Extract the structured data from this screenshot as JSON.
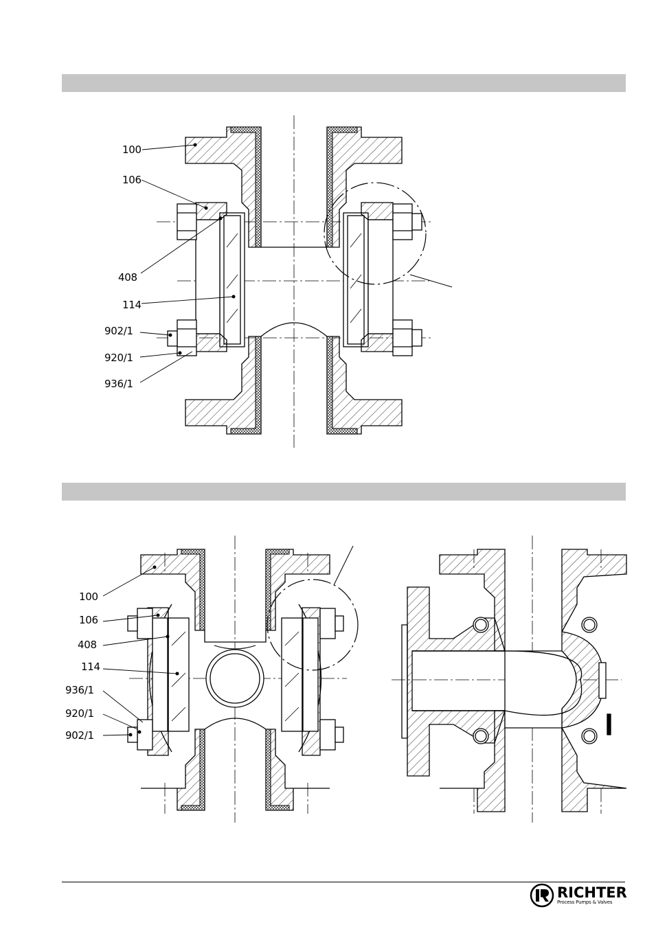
{
  "section_bars": [
    "",
    ""
  ],
  "figure_top": {
    "labels": [
      "100",
      "106",
      "408",
      "114",
      "902/1",
      "920/1",
      "936/1"
    ]
  },
  "figure_bottom": {
    "labels": [
      "100",
      "106",
      "408",
      "114",
      "936/1",
      "920/1",
      "902/1"
    ]
  },
  "footer": {
    "brand": "RICHTER",
    "tagline": "Process Pumps & Valves"
  },
  "colors": {
    "bar": "#c6c6c6",
    "ink": "#000000",
    "paper": "#ffffff"
  },
  "icons": [
    "richter-logo-icon"
  ]
}
